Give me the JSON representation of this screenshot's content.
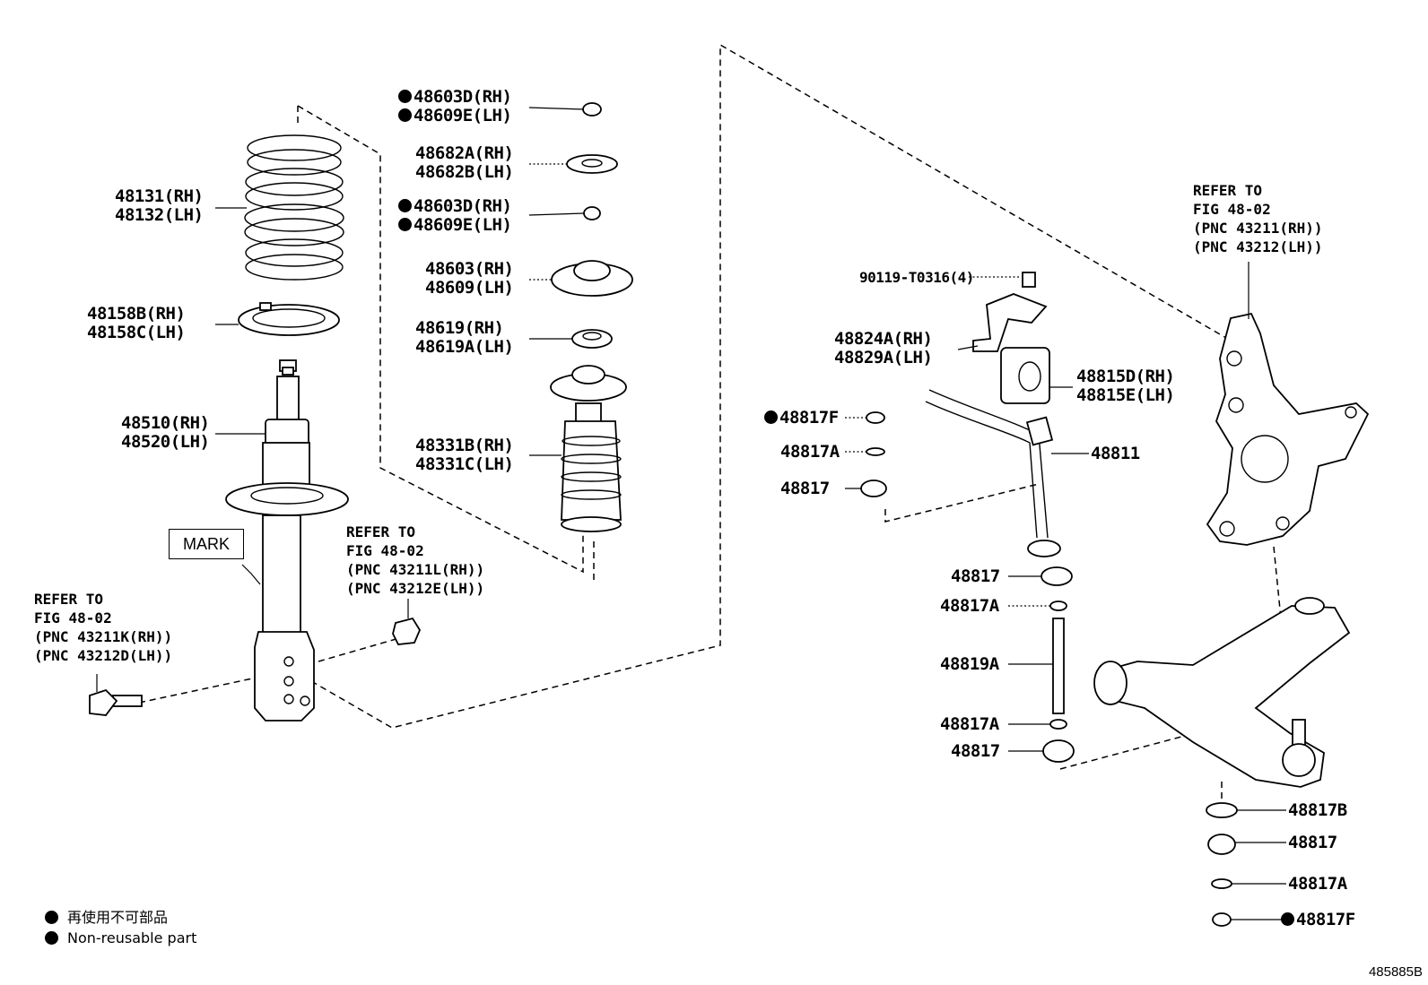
{
  "diagram_code": "485885B",
  "mark_label": "MARK",
  "legend": [
    {
      "text": "再使用不可部品"
    },
    {
      "text": "Non-reusable part"
    }
  ],
  "references": {
    "ref_left": [
      "REFER TO",
      "FIG 48-02",
      "(PNC 43211K(RH))",
      "(PNC 43212D(LH))"
    ],
    "ref_middle": [
      "REFER TO",
      "FIG 48-02",
      "(PNC 43211L(RH))",
      "(PNC 43212E(LH))"
    ],
    "ref_right": [
      "REFER TO",
      "FIG 48-02",
      "(PNC 43211(RH))",
      "(PNC 43212(LH))"
    ]
  },
  "labels": {
    "spring": [
      "48131(RH)",
      "48132(LH)"
    ],
    "insulator_lower": [
      "48158B(RH)",
      "48158C(LH)"
    ],
    "strut": [
      "48510(RH)",
      "48520(LH)"
    ],
    "nut_top": [
      "48603D(RH)",
      "48609E(LH)"
    ],
    "washer_top": [
      "48682A(RH)",
      "48682B(LH)"
    ],
    "nut_mid": [
      "48603D(RH)",
      "48609E(LH)"
    ],
    "support": [
      "48603(RH)",
      "48609(LH)"
    ],
    "bearing": [
      "48619(RH)",
      "48619A(LH)"
    ],
    "bumper": [
      "48331B(RH)",
      "48331C(LH)"
    ],
    "bolt_bracket": [
      "90119-T0316(4)"
    ],
    "bracket": [
      "48824A(RH)",
      "48829A(LH)"
    ],
    "bushing": [
      "48815D(RH)",
      "48815E(LH)"
    ],
    "stabilizer_bar": [
      "48811"
    ],
    "l_48817F": [
      "48817F"
    ],
    "l_48817A_1": [
      "48817A"
    ],
    "l_48817_1": [
      "48817"
    ],
    "l_48817_2": [
      "48817"
    ],
    "l_48817A_2": [
      "48817A"
    ],
    "link": [
      "48819A"
    ],
    "l_48817A_3": [
      "48817A"
    ],
    "l_48817_3": [
      "48817"
    ],
    "l_48817B": [
      "48817B"
    ],
    "l_48817_4": [
      "48817"
    ],
    "l_48817A_4": [
      "48817A"
    ],
    "l_48817F_2": [
      "48817F"
    ]
  },
  "non_reusable": [
    "nut_top",
    "nut_mid",
    "l_48817F",
    "l_48817F_2"
  ]
}
